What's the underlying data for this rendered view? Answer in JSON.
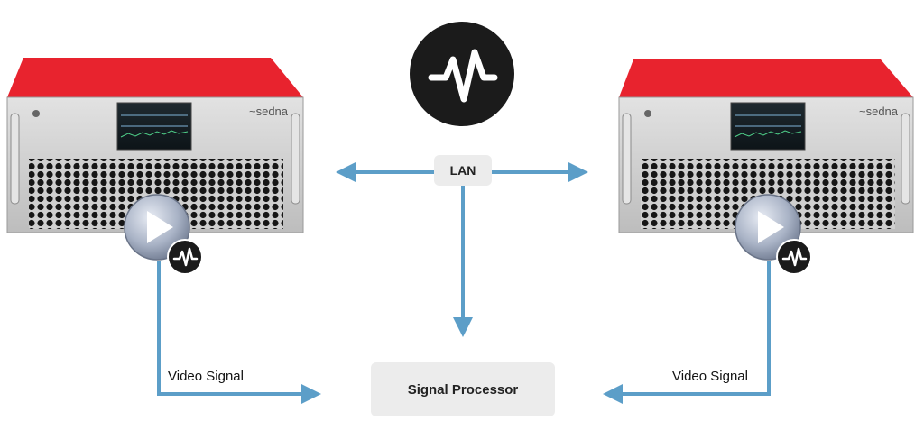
{
  "diagram": {
    "lan_label": "LAN",
    "processor_label": "Signal Processor",
    "video_label_left": "Video Signal",
    "video_label_right": "Video Signal",
    "unit_brand_left": "~sedna",
    "unit_brand_right": "~sedna"
  },
  "icons": {
    "top_logo": "pulse-wave-icon",
    "play": "play-icon",
    "badge": "pulse-wave-icon"
  },
  "colors": {
    "arrow": "#5c9ec8",
    "unit_top": "#e8232e",
    "unit_face": "#d2d2d2",
    "badge_bg": "#1b1b1b"
  }
}
